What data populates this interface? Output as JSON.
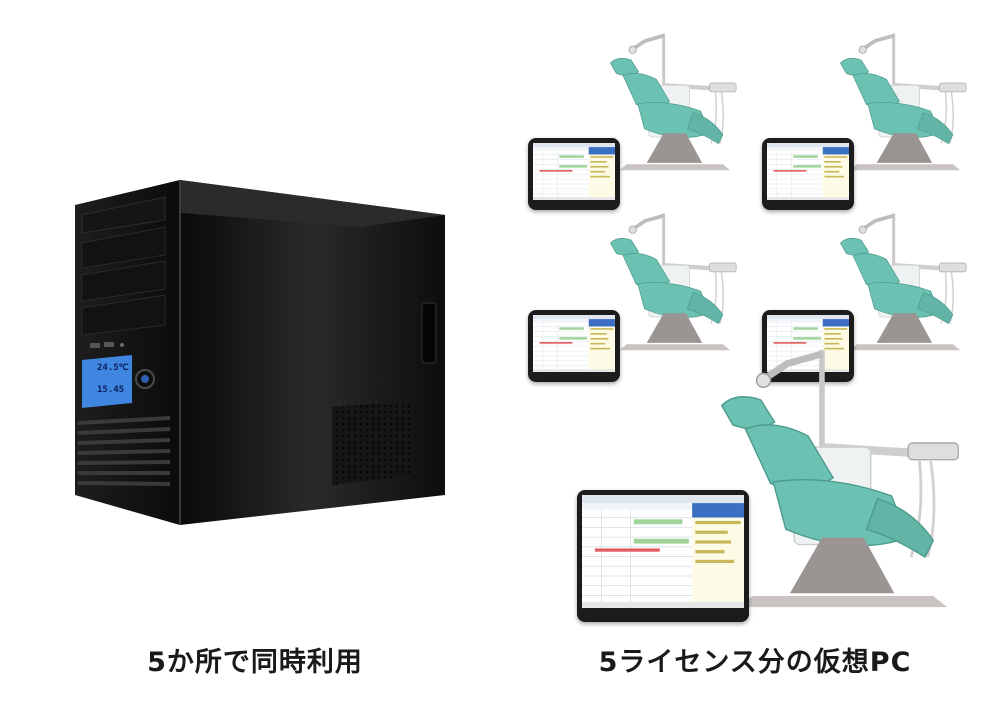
{
  "captions": {
    "left": "5か所で同時利用",
    "right": "5ライセンス分の仮想PC"
  },
  "pc_tower": {
    "lcd_readouts": [
      "24.5℃",
      "15.45"
    ]
  },
  "colors": {
    "seat": "#6cc2b2",
    "tower": "#111111",
    "lcd": "#3f86e0"
  }
}
